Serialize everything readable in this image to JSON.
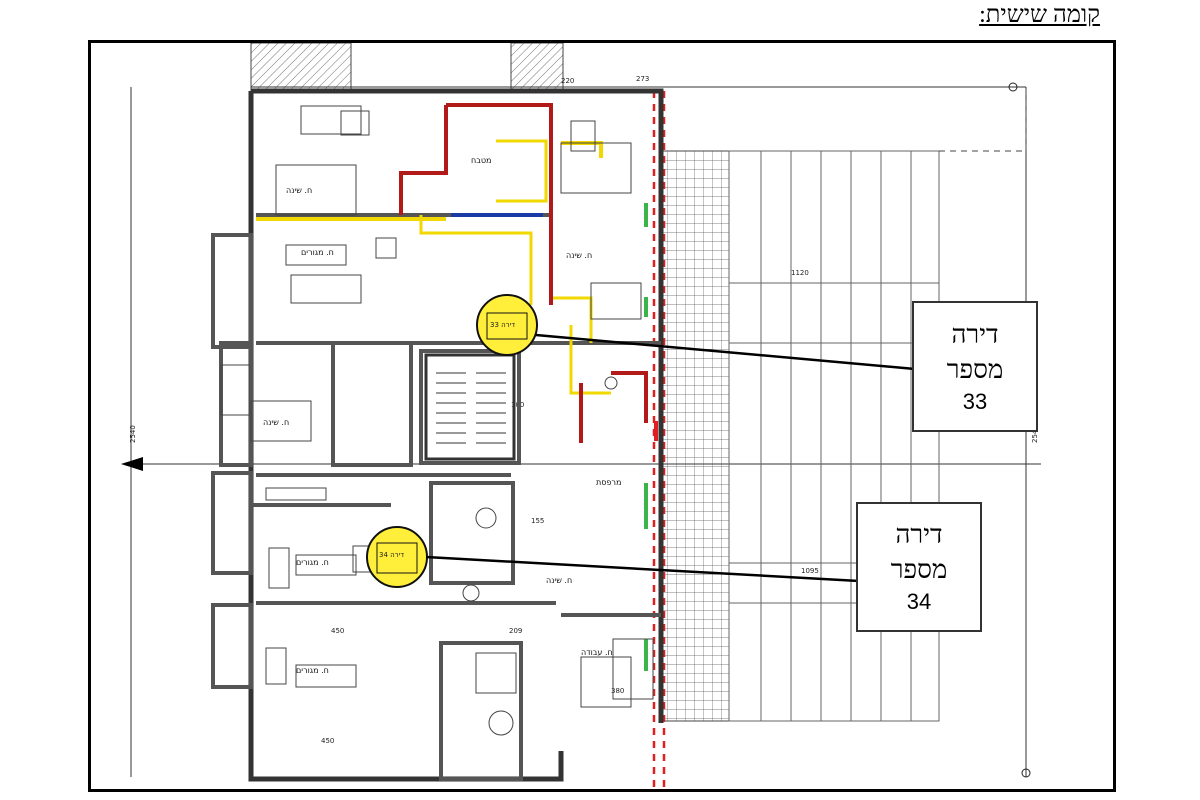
{
  "page": {
    "title": "קומה שישית:"
  },
  "callouts": {
    "apt33": {
      "line1": "דירה",
      "line2": "מספר",
      "number": "33"
    },
    "apt34": {
      "line1": "דירה",
      "line2": "מספר",
      "number": "34"
    }
  },
  "labels": {
    "apt33_tag": "דירה 33",
    "apt34_tag": "דירה 34",
    "rooms": [
      "ח. מגורים",
      "ח. שינה",
      "מטבח",
      "ח. מגורים",
      "ח. שינה",
      "מרפסת",
      "ח. עבודה",
      "ח. שינה",
      "ח. מגורים",
      "ח. שינה"
    ],
    "dims": [
      "2540",
      "2540",
      "450",
      "380",
      "220",
      "155",
      "450",
      "1120",
      "1095",
      "273",
      "100",
      "209"
    ]
  },
  "colors": {
    "highlight": "#ffef3a",
    "wall_red": "#b21a1a",
    "wall_yellow": "#f0d800",
    "dash_red": "#e02020"
  }
}
